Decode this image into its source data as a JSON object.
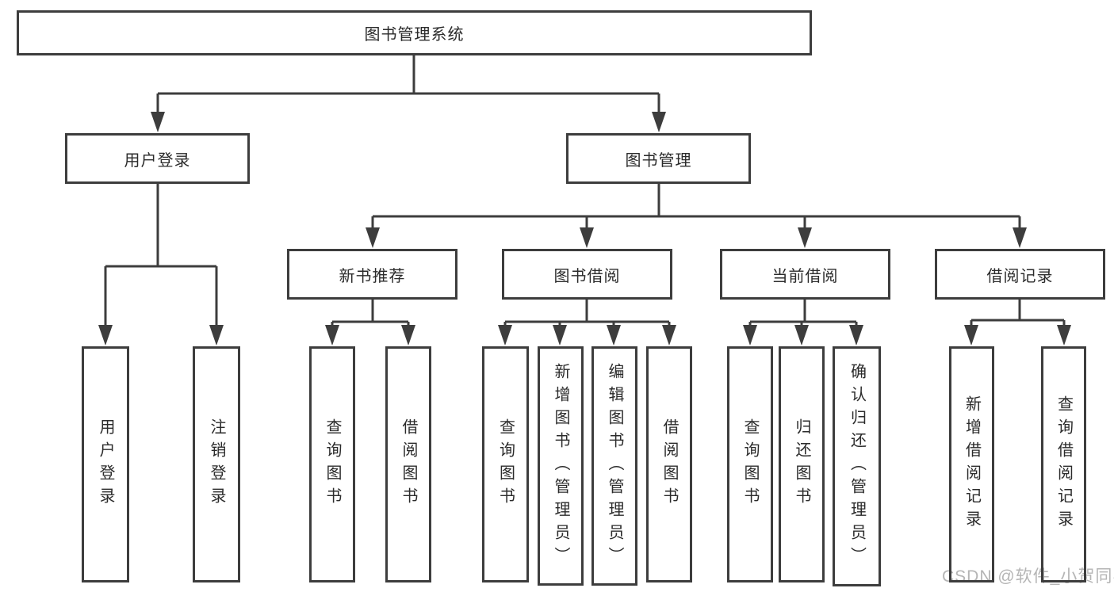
{
  "tree": {
    "label": "图书管理系统",
    "children": [
      {
        "label": "用户登录",
        "children": [
          {
            "label": "用户登录"
          },
          {
            "label": "注销登录"
          }
        ]
      },
      {
        "label": "图书管理",
        "children": [
          {
            "label": "新书推荐",
            "children": [
              {
                "label": "查询图书"
              },
              {
                "label": "借阅图书"
              }
            ]
          },
          {
            "label": "图书借阅",
            "children": [
              {
                "label": "查询图书"
              },
              {
                "label": "新增图书（管理员）"
              },
              {
                "label": "编辑图书（管理员）"
              },
              {
                "label": "借阅图书"
              }
            ]
          },
          {
            "label": "当前借阅",
            "children": [
              {
                "label": "查询图书"
              },
              {
                "label": "归还图书"
              },
              {
                "label": "确认归还（管理员）"
              }
            ]
          },
          {
            "label": "借阅记录",
            "children": [
              {
                "label": "新增借阅记录"
              },
              {
                "label": "查询借阅记录"
              }
            ]
          }
        ]
      }
    ]
  },
  "watermark": {
    "text": "CSDN @软件_小贺同学"
  },
  "colors": {
    "line": "#3d3d3d",
    "text": "#2b2b2b",
    "watermark": "#b5b5b5",
    "background": "#ffffff"
  }
}
